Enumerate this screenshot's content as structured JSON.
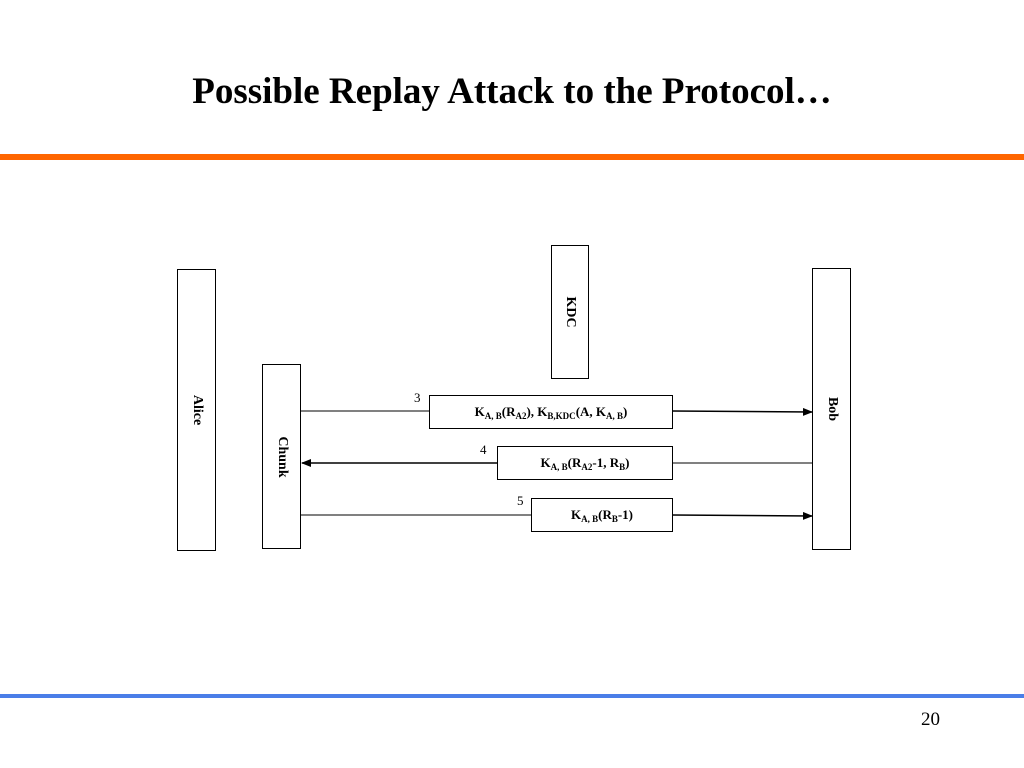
{
  "slide": {
    "title": "Possible Replay Attack to the Protocol…",
    "page_number": "20"
  },
  "actors": {
    "alice": "Alice",
    "chunk": "Chunk",
    "kdc": "KDC",
    "bob": "Bob"
  },
  "messages": [
    {
      "step": "3",
      "direction": "chunk-to-bob",
      "parts": [
        "K",
        "A, B",
        "(R",
        "A2",
        "), K",
        "B,KDC",
        "(A, K",
        "A, B",
        ")"
      ]
    },
    {
      "step": "4",
      "direction": "bob-to-chunk",
      "parts": [
        "K",
        "A, B",
        "(R",
        "A2",
        "-1, R",
        "B",
        ")"
      ]
    },
    {
      "step": "5",
      "direction": "chunk-to-bob",
      "parts": [
        "K",
        "A, B",
        "(R",
        "B",
        "-1)"
      ]
    }
  ],
  "colors": {
    "top_rule": "#ff6600",
    "bottom_rule": "#4a7ee8"
  }
}
